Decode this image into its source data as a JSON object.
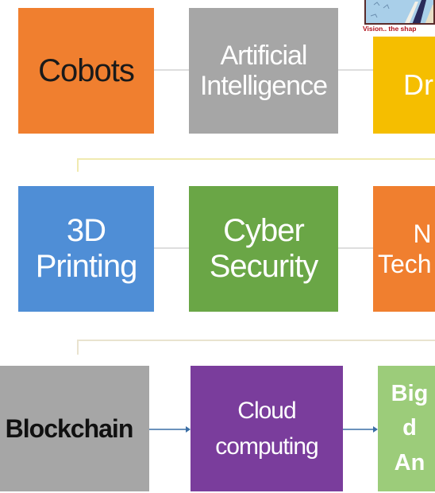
{
  "diagram": {
    "rows": [
      {
        "boxes": [
          {
            "label": "Cobots",
            "color": "#f07f2f",
            "text_color": "#1a1a1a"
          },
          {
            "label": "Artificial\nIntelligence",
            "color": "#a6a6a6",
            "text_color": "#ffffff"
          },
          {
            "label": "Dr",
            "color": "#f5be00",
            "text_color": "#ffffff"
          }
        ]
      },
      {
        "boxes": [
          {
            "label": "3D\nPrinting",
            "color": "#4f8ed6",
            "text_color": "#ffffff"
          },
          {
            "label": "Cyber\nSecurity",
            "color": "#6aa646",
            "text_color": "#ffffff"
          },
          {
            "label": "N\nTech",
            "color": "#f07f2f",
            "text_color": "#ffffff"
          }
        ]
      },
      {
        "boxes": [
          {
            "label": "Blockchain",
            "color": "#a6a6a6",
            "text_color": "#111111"
          },
          {
            "label": "Cloud\ncomputing",
            "color": "#7a3d9c",
            "text_color": "#ffffff"
          },
          {
            "label": "Big d\nAn",
            "color": "#9ccc7a",
            "text_color": "#ffffff"
          }
        ]
      }
    ]
  },
  "logo": {
    "caption": "Vision.. the shap"
  }
}
